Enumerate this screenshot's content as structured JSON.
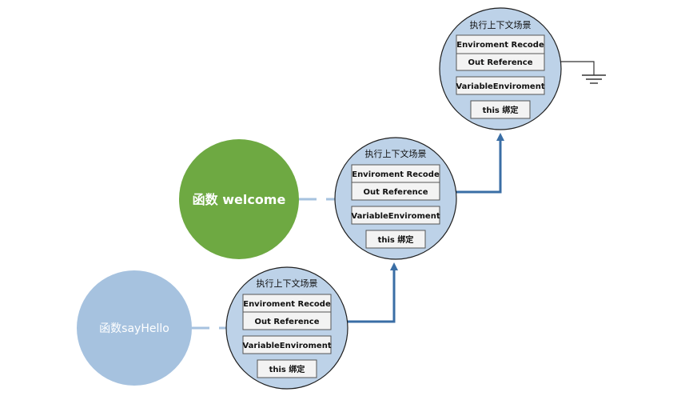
{
  "functions": [
    {
      "id": "welcome",
      "label": "函数 welcome",
      "fill": "#6ea942"
    },
    {
      "id": "sayHello",
      "label": "函数sayHello",
      "fill": "#a6c2df"
    }
  ],
  "contexts": [
    {
      "id": "global",
      "title": "执行上下文场景",
      "env_record": "Enviroment Recode",
      "out_ref": "Out Reference",
      "var_env": "VariableEnviroment",
      "this_binding": "this 绑定"
    },
    {
      "id": "welcome",
      "title": "执行上下文场景",
      "env_record": "Enviroment Recode",
      "out_ref": "Out Reference",
      "var_env": "VariableEnviroment",
      "this_binding": "this 绑定"
    },
    {
      "id": "sayHello",
      "title": "执行上下文场景",
      "env_record": "Enviroment Recode",
      "out_ref": "Out Reference",
      "var_env": "VariableEnviroment",
      "this_binding": "this 绑定"
    }
  ],
  "colors": {
    "context_fill": "#bdd2e8",
    "context_stroke": "#1f1f1f",
    "arrow": "#3a6ea5",
    "dashed_link": "#a6c2df",
    "box_fill": "#f3f3f3"
  }
}
